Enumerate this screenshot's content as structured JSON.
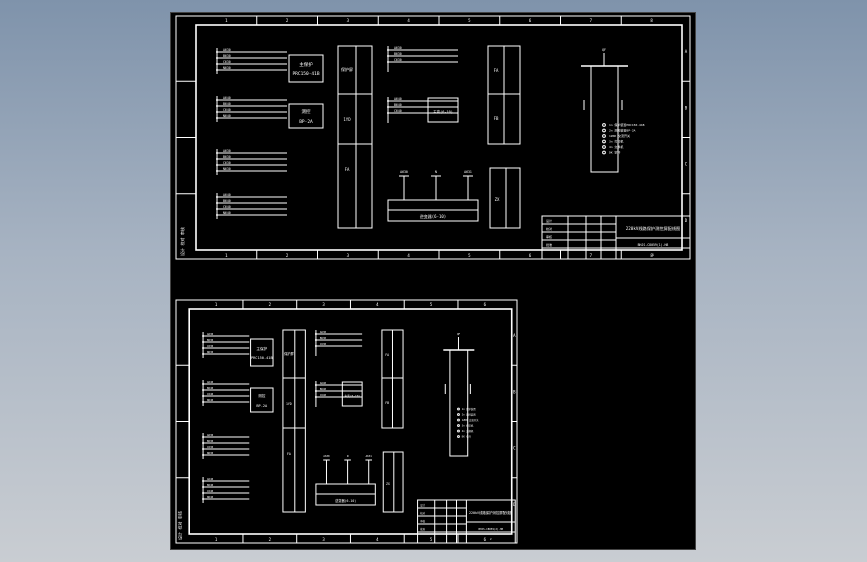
{
  "sheets": [
    {
      "title": "220kV线路保护测控屏配线图",
      "drawing_no": "BHJS-C8059(1)-H8",
      "revision": "1",
      "side_label": "设计 校对 审核",
      "col_marks": [
        "1",
        "2",
        "3",
        "4",
        "5",
        "6",
        "7",
        "8"
      ],
      "row_marks": [
        "A",
        "B",
        "C",
        "D"
      ],
      "module1_name": "主保护",
      "module1_model": "PRC150-41B",
      "module2_name": "测控",
      "module2_model": "BP-2A",
      "terminal_a_labels": [
        "保护屏",
        "1YD",
        "FA"
      ],
      "terminal_b_labels": [
        "FA",
        "FB"
      ],
      "terminal_c_label": "ZX",
      "bus_block_label": "逆变器(6-10)",
      "small_block_label": "主变(6-10)",
      "bus_taps": [
        "A630",
        "N",
        "A631"
      ],
      "wire_labels": [
        "A630",
        "B630",
        "C630",
        "N630"
      ],
      "wire_labels2": [
        "A640",
        "B640",
        "C640",
        "N640"
      ],
      "legend_lines": [
        "1n 保护装置PRC150-41B",
        "2n 测控装置BP-2A",
        "1ZKK 交流开关",
        "3n 打印机",
        "4n 交换机",
        "DK 空开"
      ],
      "breaker_label": "QF",
      "title_rows": [
        [
          "设计",
          "",
          "",
          ""
        ],
        [
          "校对",
          "",
          "",
          ""
        ],
        [
          "审核",
          "",
          "",
          ""
        ],
        [
          "批准",
          "",
          "",
          ""
        ]
      ]
    },
    {
      "title": "220kV线路保护测控屏配线图",
      "drawing_no": "BHJS-C8059(2)-H8",
      "revision": "2",
      "side_label": "设计 校对 审核",
      "col_marks": [
        "1",
        "2",
        "3",
        "4",
        "5",
        "6"
      ],
      "row_marks": [
        "A",
        "B",
        "C",
        "D"
      ],
      "module1_name": "主保护",
      "module1_model": "PRC150-41B",
      "module2_name": "测控",
      "module2_model": "BP-2A",
      "terminal_a_labels": [
        "保护屏",
        "1YD",
        "FA"
      ],
      "terminal_b_labels": [
        "FA",
        "FB"
      ],
      "terminal_c_label": "ZX",
      "bus_block_label": "逆变器(6-10)",
      "small_block_label": "主变(6-10)",
      "bus_taps": [
        "A630",
        "N",
        "A631"
      ],
      "wire_labels": [
        "A630",
        "B630",
        "C630",
        "N630"
      ],
      "wire_labels2": [
        "A640",
        "B640",
        "C640",
        "N640"
      ],
      "legend_lines": [
        "1n 保护装置",
        "2n 测控装置",
        "1ZKK 交流开关",
        "3n 打印机",
        "4n 交换机",
        "DK 空开"
      ],
      "breaker_label": "QF",
      "title_rows": [
        [
          "设计",
          "",
          "",
          ""
        ],
        [
          "校对",
          "",
          "",
          ""
        ],
        [
          "审核",
          "",
          "",
          ""
        ],
        [
          "批准",
          "",
          "",
          ""
        ]
      ]
    }
  ]
}
